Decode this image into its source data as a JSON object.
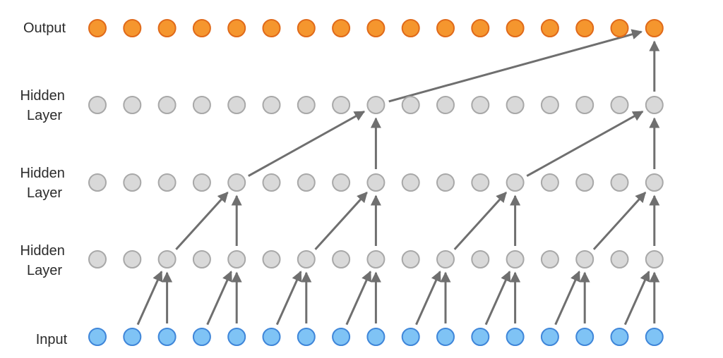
{
  "layers": [
    {
      "key": "output",
      "label_lines": [
        "Output"
      ],
      "node_count": 17,
      "fill": "#F5962E",
      "stroke": "#E06A1A"
    },
    {
      "key": "hidden3",
      "label_lines": [
        "Hidden",
        "Layer"
      ],
      "node_count": 17,
      "fill": "#D9D9D9",
      "stroke": "#A8A8A8"
    },
    {
      "key": "hidden2",
      "label_lines": [
        "Hidden",
        "Layer"
      ],
      "node_count": 17,
      "fill": "#D9D9D9",
      "stroke": "#A8A8A8"
    },
    {
      "key": "hidden1",
      "label_lines": [
        "Hidden",
        "Layer"
      ],
      "node_count": 17,
      "fill": "#D9D9D9",
      "stroke": "#A8A8A8"
    },
    {
      "key": "input",
      "label_lines": [
        "Input"
      ],
      "node_count": 17,
      "fill": "#7FC3F5",
      "stroke": "#3F86D9"
    }
  ],
  "edge_color": "#6F6F6F",
  "connections": [
    {
      "from_layer": "input",
      "to_layer": "hidden1",
      "from_index": 1,
      "to_index": 2
    },
    {
      "from_layer": "input",
      "to_layer": "hidden1",
      "from_index": 2,
      "to_index": 2
    },
    {
      "from_layer": "input",
      "to_layer": "hidden1",
      "from_index": 3,
      "to_index": 4
    },
    {
      "from_layer": "input",
      "to_layer": "hidden1",
      "from_index": 4,
      "to_index": 4
    },
    {
      "from_layer": "input",
      "to_layer": "hidden1",
      "from_index": 5,
      "to_index": 6
    },
    {
      "from_layer": "input",
      "to_layer": "hidden1",
      "from_index": 6,
      "to_index": 6
    },
    {
      "from_layer": "input",
      "to_layer": "hidden1",
      "from_index": 7,
      "to_index": 8
    },
    {
      "from_layer": "input",
      "to_layer": "hidden1",
      "from_index": 8,
      "to_index": 8
    },
    {
      "from_layer": "input",
      "to_layer": "hidden1",
      "from_index": 9,
      "to_index": 10
    },
    {
      "from_layer": "input",
      "to_layer": "hidden1",
      "from_index": 10,
      "to_index": 10
    },
    {
      "from_layer": "input",
      "to_layer": "hidden1",
      "from_index": 11,
      "to_index": 12
    },
    {
      "from_layer": "input",
      "to_layer": "hidden1",
      "from_index": 12,
      "to_index": 12
    },
    {
      "from_layer": "input",
      "to_layer": "hidden1",
      "from_index": 13,
      "to_index": 14
    },
    {
      "from_layer": "input",
      "to_layer": "hidden1",
      "from_index": 14,
      "to_index": 14
    },
    {
      "from_layer": "input",
      "to_layer": "hidden1",
      "from_index": 15,
      "to_index": 16
    },
    {
      "from_layer": "input",
      "to_layer": "hidden1",
      "from_index": 16,
      "to_index": 16
    },
    {
      "from_layer": "hidden1",
      "to_layer": "hidden2",
      "from_index": 2,
      "to_index": 4
    },
    {
      "from_layer": "hidden1",
      "to_layer": "hidden2",
      "from_index": 4,
      "to_index": 4
    },
    {
      "from_layer": "hidden1",
      "to_layer": "hidden2",
      "from_index": 6,
      "to_index": 8
    },
    {
      "from_layer": "hidden1",
      "to_layer": "hidden2",
      "from_index": 8,
      "to_index": 8
    },
    {
      "from_layer": "hidden1",
      "to_layer": "hidden2",
      "from_index": 10,
      "to_index": 12
    },
    {
      "from_layer": "hidden1",
      "to_layer": "hidden2",
      "from_index": 12,
      "to_index": 12
    },
    {
      "from_layer": "hidden1",
      "to_layer": "hidden2",
      "from_index": 14,
      "to_index": 16
    },
    {
      "from_layer": "hidden1",
      "to_layer": "hidden2",
      "from_index": 16,
      "to_index": 16
    },
    {
      "from_layer": "hidden2",
      "to_layer": "hidden3",
      "from_index": 4,
      "to_index": 8
    },
    {
      "from_layer": "hidden2",
      "to_layer": "hidden3",
      "from_index": 8,
      "to_index": 8
    },
    {
      "from_layer": "hidden2",
      "to_layer": "hidden3",
      "from_index": 12,
      "to_index": 16
    },
    {
      "from_layer": "hidden2",
      "to_layer": "hidden3",
      "from_index": 16,
      "to_index": 16
    },
    {
      "from_layer": "hidden3",
      "to_layer": "output",
      "from_index": 8,
      "to_index": 16
    },
    {
      "from_layer": "hidden3",
      "to_layer": "output",
      "from_index": 16,
      "to_index": 16
    }
  ]
}
